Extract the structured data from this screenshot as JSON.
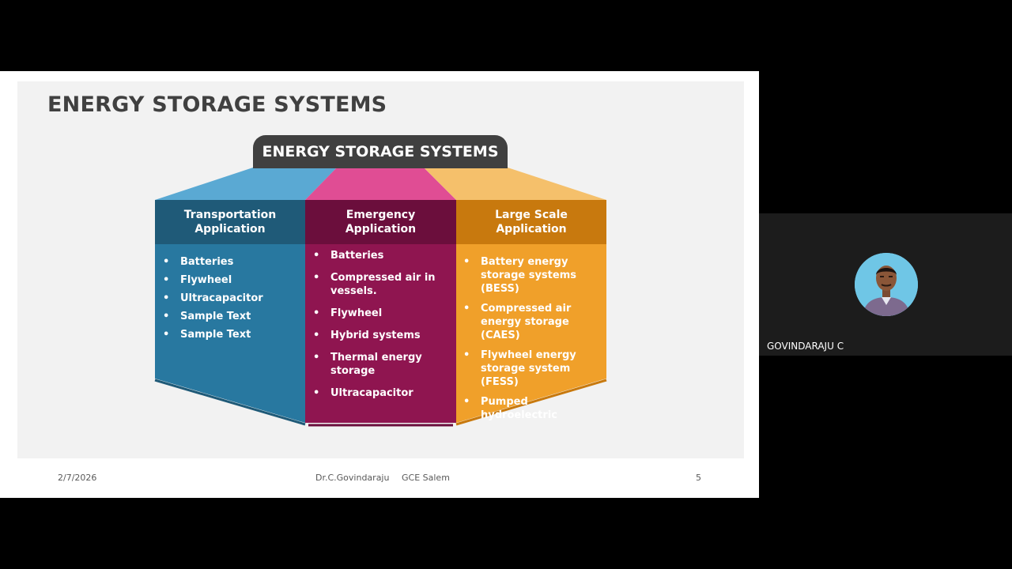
{
  "slide": {
    "title": "ENERGY STORAGE SYSTEMS",
    "diagram": {
      "header": "ENERGY STORAGE SYSTEMS",
      "columns": [
        {
          "heading_line1": "Transportation",
          "heading_line2": "Application",
          "color_top": "#5aa9d3",
          "color_head": "#1f5a78",
          "color_body": "#2878a0",
          "items": [
            "Batteries",
            "Flywheel",
            "Ultracapacitor",
            "Sample Text",
            "Sample Text"
          ]
        },
        {
          "heading_line1": "Emergency",
          "heading_line2": "Application",
          "color_top": "#e04d94",
          "color_head": "#6b0e3c",
          "color_body": "#8f1550",
          "items": [
            "Batteries",
            "Compressed air in vessels.",
            "Flywheel",
            "Hybrid systems",
            "Thermal energy storage",
            "Ultracapacitor"
          ]
        },
        {
          "heading_line1": "Large Scale",
          "heading_line2": "Application",
          "color_top": "#f5c06b",
          "color_head": "#c8790e",
          "color_body": "#f0a02a",
          "items": [
            "Battery energy storage systems (BESS)",
            "Compressed air energy storage (CAES)",
            "Flywheel energy storage system (FESS)",
            "Pumped hydroelectric"
          ]
        }
      ]
    },
    "footer": {
      "date": "2/7/2026",
      "author": "Dr.C.Govindaraju",
      "institution": "GCE Salem",
      "page_number": "5"
    }
  },
  "participant": {
    "name": "GOVINDARAJU C",
    "avatar_bg": "#6fc6e6"
  }
}
